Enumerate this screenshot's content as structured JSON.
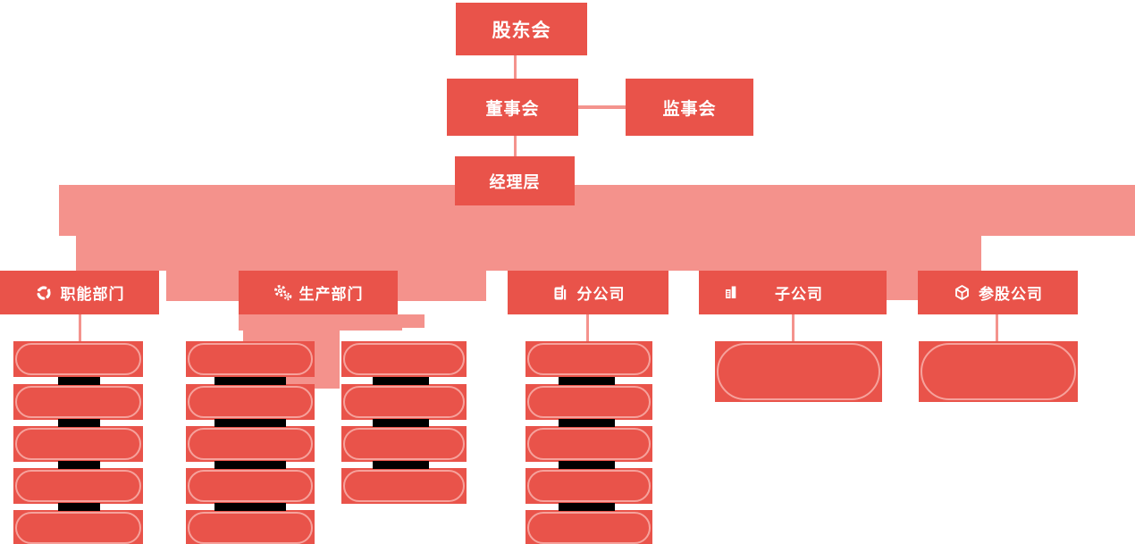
{
  "palette": {
    "node_red": "#E9534A",
    "band_pink": "#F4928C",
    "pill_border": "#F6A29C",
    "connector_pink": "#F4938D",
    "redaction_black": "#000000",
    "label_white": "#FFFFFF"
  },
  "nodes": {
    "shareholders": {
      "label": "股东会"
    },
    "board": {
      "label": "董事会"
    },
    "supervisory": {
      "label": "监事会"
    },
    "management": {
      "label": "经理层"
    }
  },
  "departments": [
    {
      "label": "职能部门",
      "icon": "circular-arrows-icon",
      "sub_columns": [
        5
      ]
    },
    {
      "label": "生产部门",
      "icon": "gears-icon",
      "sub_columns": [
        5,
        4
      ]
    },
    {
      "label": "分公司",
      "icon": "office-building-icon",
      "sub_columns": [
        5
      ]
    },
    {
      "label": "子公司",
      "icon": "buildings-icon",
      "sub_columns": [
        1
      ]
    },
    {
      "label": "参股公司",
      "icon": "cube-icon",
      "sub_columns": [
        1
      ]
    }
  ]
}
